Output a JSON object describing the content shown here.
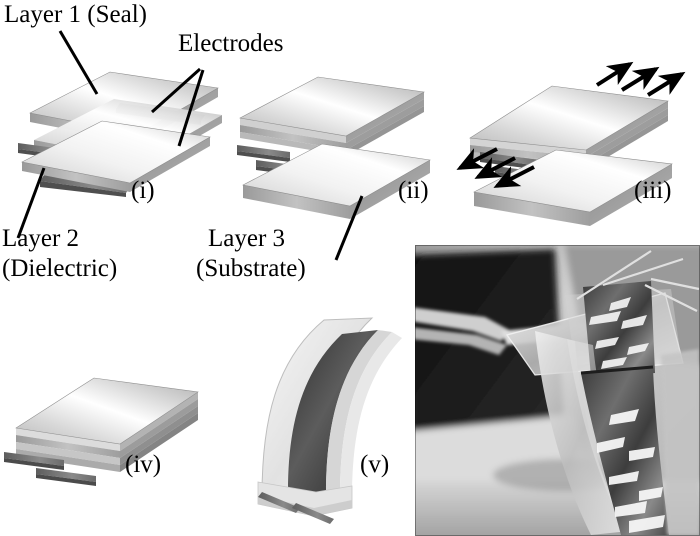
{
  "figure": {
    "type": "process-schematic",
    "description": "Fabrication steps of a layered flexible dielectric elastomer / capacitive sensor device shown as five 3D schematic panels plus a photograph of the finished bent device.",
    "background_color": "#ffffff",
    "ink_color": "#000000"
  },
  "annotations": {
    "layer1": "Layer 1 (Seal)",
    "electrodes": "Electrodes",
    "layer2_line1": "Layer 2",
    "layer2_line2": "(Dielectric)",
    "layer3_line1": "Layer 3",
    "layer3_line2": "(Substrate)"
  },
  "panels": [
    {
      "id": "panel-i",
      "label": "(i)",
      "caption": "Exploded view: seal layer on top, dielectric layer with two electrode tabs below",
      "layers": [
        "Layer 1 (Seal)",
        "Electrodes",
        "Layer 2 (Dielectric)"
      ]
    },
    {
      "id": "panel-ii",
      "label": "(ii)",
      "caption": "Bonded seal + dielectric stack above the separate substrate layer",
      "layers": [
        "Layer 1 (Seal)",
        "Layer 2 (Dielectric)",
        "Layer 3 (Substrate)"
      ]
    },
    {
      "id": "panel-iii",
      "label": "(iii)",
      "caption": "Pre-stretching of the stack indicated by opposing arrows",
      "arrows": {
        "upper_right": {
          "count": 3,
          "direction": "up-right",
          "meaning": "stretch"
        },
        "lower_left": {
          "count": 3,
          "direction": "down-left",
          "meaning": "stretch"
        }
      }
    },
    {
      "id": "panel-iv",
      "label": "(iv)",
      "caption": "Final laminated flat multilayer device with electrode tabs protruding"
    },
    {
      "id": "panel-v",
      "label": "(v)",
      "caption": "Device bent / curled showing flexibility, dark dielectric visible on inner face"
    }
  ],
  "photo": {
    "id": "device-photograph",
    "caption": "Greyscale photograph of the fabricated transparent flexible device held by tweezers and bent downward",
    "grayscale": true
  },
  "colors": {
    "ink": "#000000",
    "background": "#ffffff",
    "metal_light": "#f2f2f2",
    "metal_mid": "#c8c8c8",
    "metal_dark": "#8f8f8f",
    "electrode_gray": "#6e6e6e",
    "dielectric_dark": "#3a3a3a",
    "photo_dark": "#1e1e1e",
    "photo_light": "#d8d8d8"
  }
}
